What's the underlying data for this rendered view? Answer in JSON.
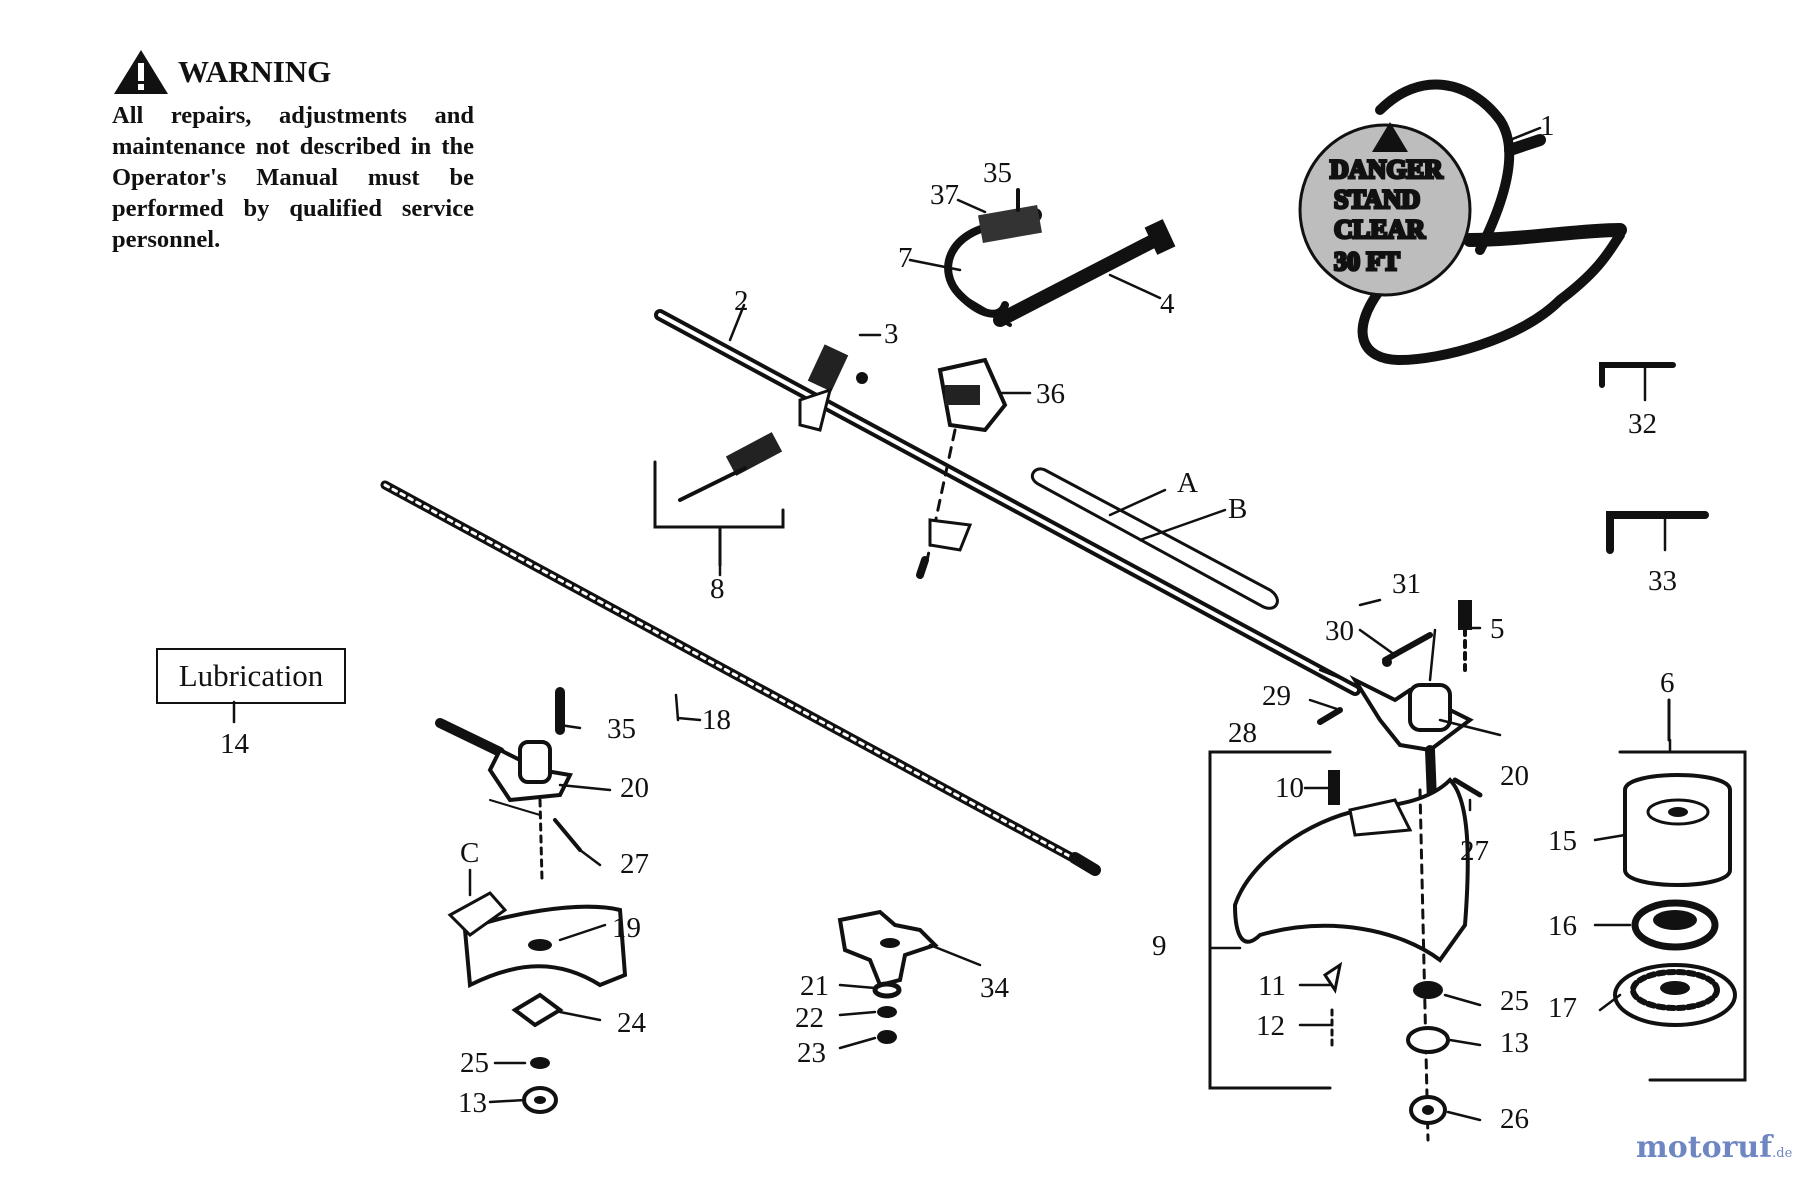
{
  "warning": {
    "title": "WARNING",
    "body": "All repairs, adjustments and maintenance not described in the Operator's Manual must be performed by qualified service personnel."
  },
  "lubrication_label": "Lubrication",
  "harness_sign": [
    "DANGER",
    "STAND",
    "CLEAR",
    "30 FT"
  ],
  "parts": {
    "p1": "1",
    "p2": "2",
    "p3": "3",
    "p4": "4",
    "p5": "5",
    "p6": "6",
    "p7": "7",
    "p8": "8",
    "p9": "9",
    "p10": "10",
    "p11": "11",
    "p12": "12",
    "p13a": "13",
    "p13b": "13",
    "p14": "14",
    "p15": "15",
    "p16": "16",
    "p17": "17",
    "p18": "18",
    "p19": "19",
    "p20a": "20",
    "p20b": "20",
    "p21": "21",
    "p22": "22",
    "p23": "23",
    "p24": "24",
    "p25a": "25",
    "p25b": "25",
    "p26": "26",
    "p27a": "27",
    "p27b": "27",
    "p28": "28",
    "p29": "29",
    "p30": "30",
    "p31": "31",
    "p32": "32",
    "p33": "33",
    "p34": "34",
    "p35a": "35",
    "p35b": "35",
    "p36": "36",
    "p37": "37",
    "pA": "A",
    "pB": "B",
    "pC": "C"
  },
  "watermark": {
    "brand": "motoruf",
    "tld": ".de"
  },
  "colors": {
    "ink": "#111111",
    "paper": "#ffffff",
    "watermark_blue": "#6e86c2",
    "watermark_red": "#d0433b"
  }
}
